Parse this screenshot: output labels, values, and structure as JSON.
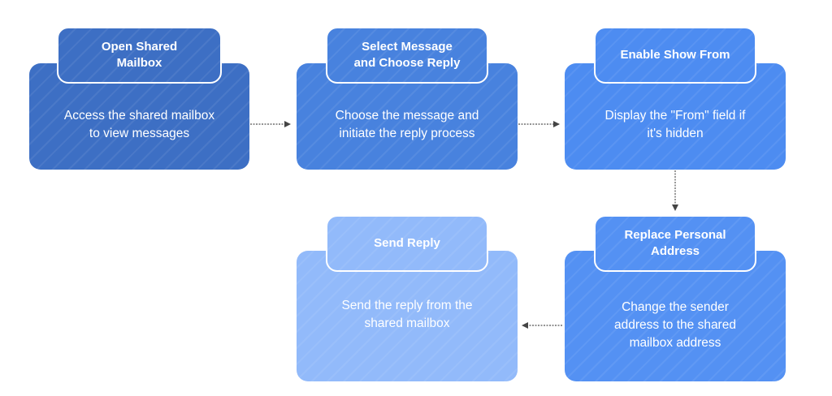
{
  "steps": [
    {
      "title": "Open Shared\nMailbox",
      "description": "Access the shared mailbox\nto view messages"
    },
    {
      "title": "Select Message\nand Choose Reply",
      "description": "Choose the message and\ninitiate the reply process"
    },
    {
      "title": "Enable Show From",
      "description": "Display the \"From\" field if\nit's hidden"
    },
    {
      "title": "Replace Personal\nAddress",
      "description": "Change the sender\naddress to the shared\nmailbox address"
    },
    {
      "title": "Send Reply",
      "description": "Send the reply from the\nshared mailbox"
    }
  ],
  "colors": {
    "step1": "#3d6fc4",
    "step2": "#4882de",
    "step3": "#4d8cf1",
    "step4": "#5491f3",
    "step5": "#92bafa",
    "connector": "#444444"
  }
}
